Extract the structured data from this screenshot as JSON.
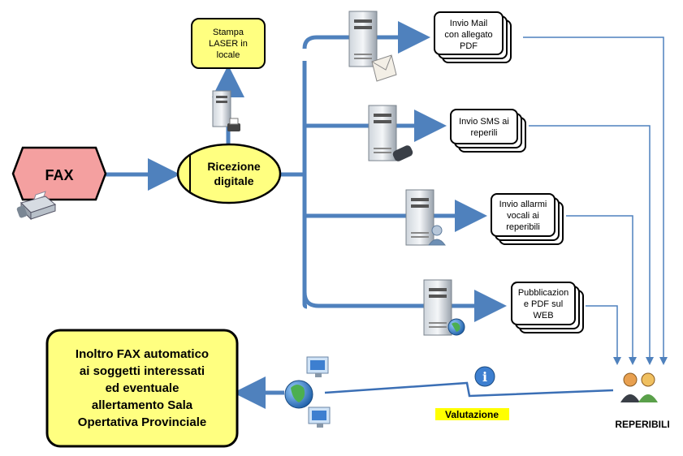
{
  "nodes": {
    "fax": "FAX",
    "ricezione": [
      "Ricezione",
      "digitale"
    ],
    "stampa": [
      "Stampa",
      "LASER in",
      "locale"
    ],
    "mail": [
      "Invio Mail",
      "con allegato",
      "PDF"
    ],
    "sms": [
      "Invio SMS ai",
      "reperili"
    ],
    "allarmi": [
      "Invio allarmi",
      "vocali ai",
      "reperibili"
    ],
    "web": [
      "Pubblicazion",
      "e PDF sul",
      "WEB"
    ],
    "inoltro": [
      "Inoltro FAX automatico",
      "ai soggetti interessati",
      "ed eventuale",
      "allertamento Sala",
      "Opertativa Provinciale"
    ],
    "valutazione": "Valutazione",
    "reperibili": "REPERIBILI"
  },
  "colors": {
    "arrow": "#4f81bd",
    "fax_fill": "#f4a0a0",
    "yellow_fill": "#ffff80",
    "highlight": "#ffff00"
  },
  "icons": [
    "fax-machine-icon",
    "server-printer-icon",
    "server-mail-icon",
    "server-phone-icon",
    "server-user-icon",
    "server-globe-icon",
    "globe-network-icon",
    "info-icon",
    "people-icon"
  ]
}
